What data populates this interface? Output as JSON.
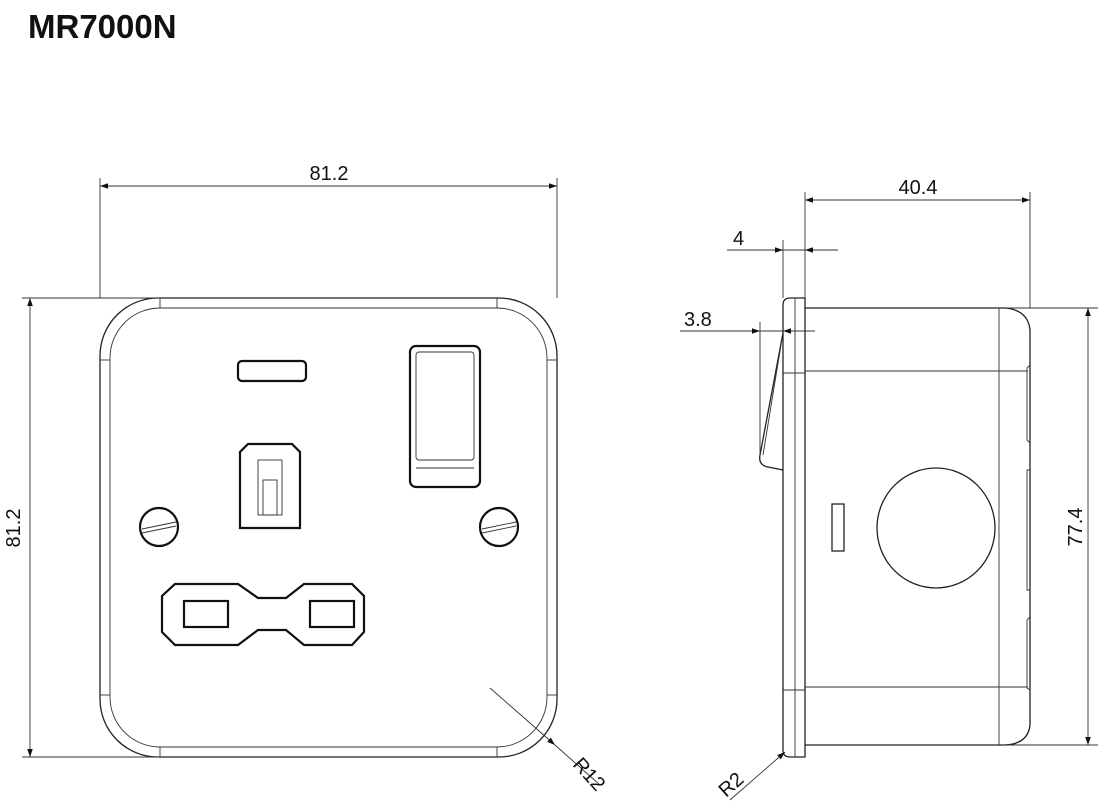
{
  "title": "MR7000N",
  "front_view": {
    "width_label": "81.2",
    "height_label": "81.2",
    "corner_radius_label": "R12"
  },
  "side_view": {
    "depth_label": "40.4",
    "plate_thickness_label": "4",
    "switch_protrusion_label": "3.8",
    "box_height_label": "77.4",
    "edge_radius_label": "R2"
  }
}
